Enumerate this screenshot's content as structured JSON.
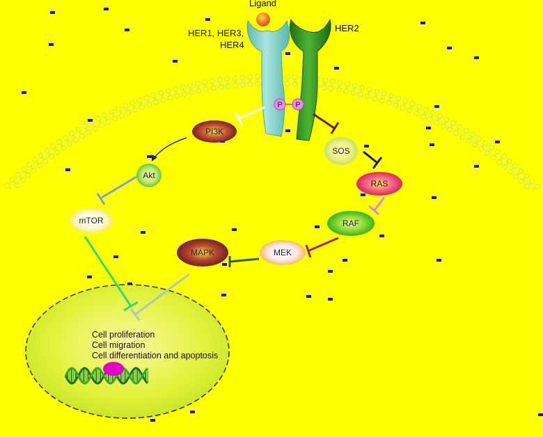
{
  "labels": {
    "ligand": "Ligand",
    "her_left_line1": "HER1, HER3,",
    "her_left_line2": "HER4",
    "her2": "HER2",
    "phospho": "P"
  },
  "nodes": {
    "pi3k": "PI3K",
    "akt": "Akt",
    "mtor": "mTOR",
    "sos": "SOS",
    "ras": "RAS",
    "raf": "RAF",
    "mek": "MEK",
    "mapk": "MAPK"
  },
  "nucleus": {
    "outcomes": [
      "Cell proliferation",
      "Cell migration",
      "Cell differentiation and apoptosis"
    ]
  },
  "colors": {
    "background": "#ffff00",
    "receptor_her1": "#79cdc6",
    "receptor_her2": "#2e8b1f",
    "nucleus_fill": "#d9ef2a"
  }
}
